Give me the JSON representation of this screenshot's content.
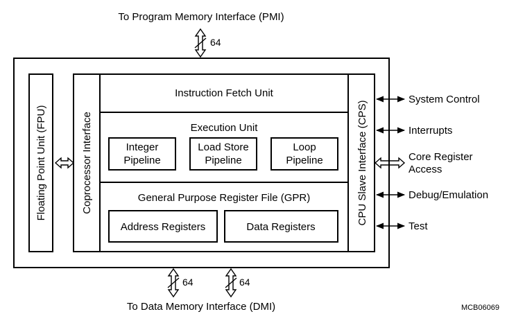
{
  "top_label": "To Program Memory Interface (PMI)",
  "bottom_label": "To Data Memory Interface (DMI)",
  "figure_id": "MCB06069",
  "bus_widths": {
    "pmi": "64",
    "dmi_left": "64",
    "dmi_right": "64"
  },
  "fpu_label": "Floating Point Unit (FPU)",
  "coprocessor_label": "Coprocessor Interface",
  "cps_label": "CPU Slave Interface (CPS)",
  "ifu_label": "Instruction Fetch Unit",
  "execution_unit": {
    "title": "Execution Unit",
    "integer_pipeline": [
      "Integer",
      "Pipeline"
    ],
    "loadstore_pipeline": [
      "Load Store",
      "Pipeline"
    ],
    "loop_pipeline": [
      "Loop",
      "Pipeline"
    ]
  },
  "gpr": {
    "title": "General Purpose Register File (GPR)",
    "address_registers": "Address Registers",
    "data_registers": "Data Registers"
  },
  "side_signals": {
    "system_control": "System Control",
    "interrupts": "Interrupts",
    "core_register_access": [
      "Core Register",
      "Access"
    ],
    "debug_emulation": "Debug/Emulation",
    "test": "Test"
  }
}
